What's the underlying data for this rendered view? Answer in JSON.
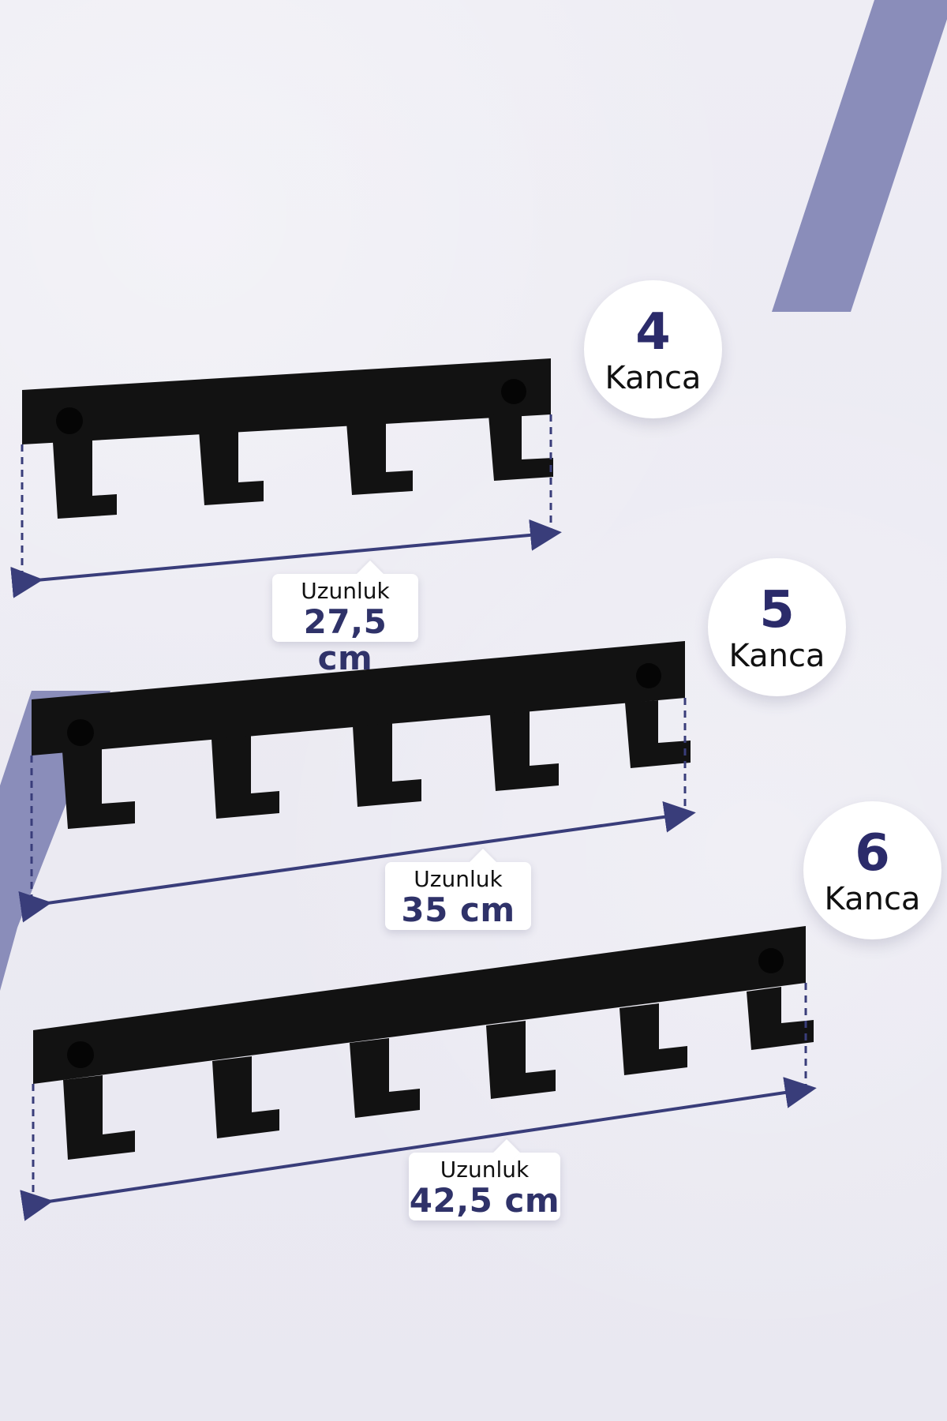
{
  "products": [
    {
      "hook_count": "4",
      "hook_label": "Kanca",
      "length_label": "Uzunluk",
      "length_value": "27,5 cm"
    },
    {
      "hook_count": "5",
      "hook_label": "Kanca",
      "length_label": "Uzunluk",
      "length_value": "35 cm"
    },
    {
      "hook_count": "6",
      "hook_label": "Kanca",
      "length_label": "Uzunluk",
      "length_value": "42,5 cm"
    }
  ],
  "colors": {
    "background": "#ecebf3",
    "stripe": "#8a8dba",
    "hook_rack": "#121212",
    "dimension_line": "#393d7a",
    "badge_number": "#2b2b6a"
  },
  "icons": [
    "hook-rack-4",
    "hook-rack-5",
    "hook-rack-6",
    "arrow-head-left",
    "arrow-head-right"
  ]
}
